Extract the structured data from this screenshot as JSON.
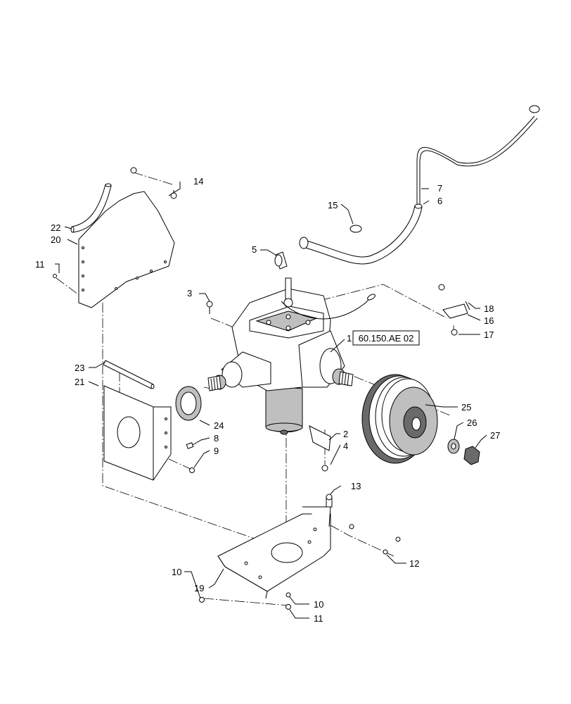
{
  "reference": {
    "label": "60.150.AE 02",
    "part": "1"
  },
  "callouts": [
    {
      "id": "c1",
      "text": "1"
    },
    {
      "id": "c2",
      "text": "2"
    },
    {
      "id": "c3",
      "text": "3"
    },
    {
      "id": "c4",
      "text": "4"
    },
    {
      "id": "c5",
      "text": "5"
    },
    {
      "id": "c6",
      "text": "6"
    },
    {
      "id": "c7",
      "text": "7"
    },
    {
      "id": "c8",
      "text": "8"
    },
    {
      "id": "c9",
      "text": "9"
    },
    {
      "id": "c10a",
      "text": "10"
    },
    {
      "id": "c10b",
      "text": "10"
    },
    {
      "id": "c11a",
      "text": "11"
    },
    {
      "id": "c11b",
      "text": "11"
    },
    {
      "id": "c12",
      "text": "12"
    },
    {
      "id": "c13",
      "text": "13"
    },
    {
      "id": "c14",
      "text": "14"
    },
    {
      "id": "c15",
      "text": "15"
    },
    {
      "id": "c16",
      "text": "16"
    },
    {
      "id": "c17",
      "text": "17"
    },
    {
      "id": "c18",
      "text": "18"
    },
    {
      "id": "c19",
      "text": "19"
    },
    {
      "id": "c20",
      "text": "20"
    },
    {
      "id": "c21",
      "text": "21"
    },
    {
      "id": "c22",
      "text": "22"
    },
    {
      "id": "c23",
      "text": "23"
    },
    {
      "id": "c24",
      "text": "24"
    },
    {
      "id": "c25",
      "text": "25"
    },
    {
      "id": "c26",
      "text": "26"
    },
    {
      "id": "c27",
      "text": "27"
    }
  ]
}
